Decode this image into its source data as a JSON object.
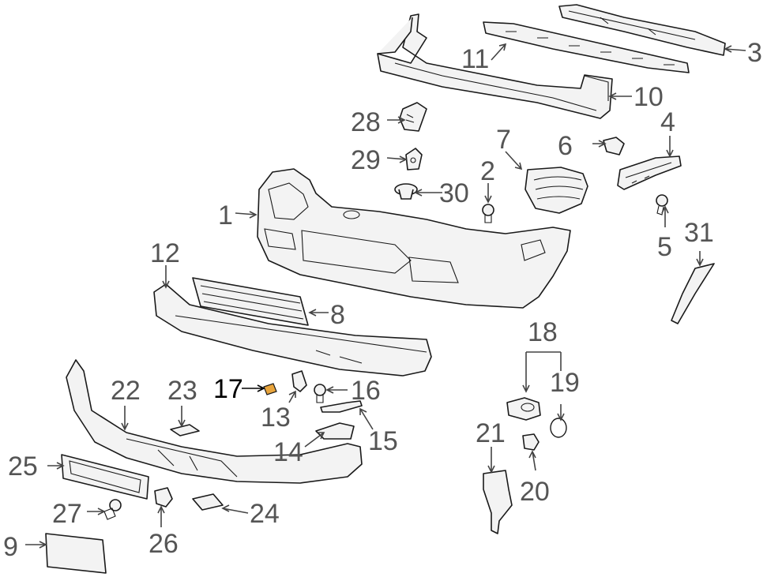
{
  "diagram": {
    "highlight_color": "#e8a43c",
    "label_color": "#555555",
    "highlight_label_color": "#000000",
    "callouts": [
      {
        "id": "c1",
        "text": "1",
        "part": "bumper-cover"
      },
      {
        "id": "c2",
        "text": "2",
        "part": "screw"
      },
      {
        "id": "c3",
        "text": "3",
        "part": "upper-trim-strip"
      },
      {
        "id": "c4",
        "text": "4",
        "part": "side-bracket"
      },
      {
        "id": "c5",
        "text": "5",
        "part": "screw"
      },
      {
        "id": "c6",
        "text": "6",
        "part": "small-bracket"
      },
      {
        "id": "c7",
        "text": "7",
        "part": "side-grille"
      },
      {
        "id": "c8",
        "text": "8",
        "part": "center-grille"
      },
      {
        "id": "c9",
        "text": "9",
        "part": "license-plate-base"
      },
      {
        "id": "c10",
        "text": "10",
        "part": "impact-bar"
      },
      {
        "id": "c11",
        "text": "11",
        "part": "upper-support"
      },
      {
        "id": "c12",
        "text": "12",
        "part": "lower-trim"
      },
      {
        "id": "c13",
        "text": "13",
        "part": "retainer"
      },
      {
        "id": "c14",
        "text": "14",
        "part": "lower-bracket"
      },
      {
        "id": "c15",
        "text": "15",
        "part": "upper-bracket"
      },
      {
        "id": "c16",
        "text": "16",
        "part": "screw"
      },
      {
        "id": "c17",
        "text": "17",
        "part": "pad",
        "highlight": true
      },
      {
        "id": "c18",
        "text": "18",
        "part": "park-sensor-group"
      },
      {
        "id": "c19",
        "text": "19",
        "part": "sensor-ring"
      },
      {
        "id": "c20",
        "text": "20",
        "part": "sensor"
      },
      {
        "id": "c21",
        "text": "21",
        "part": "sensor-bracket"
      },
      {
        "id": "c22",
        "text": "22",
        "part": "absorber"
      },
      {
        "id": "c23",
        "text": "23",
        "part": "clip"
      },
      {
        "id": "c24",
        "text": "24",
        "part": "lower-clip"
      },
      {
        "id": "c25",
        "text": "25",
        "part": "license-bracket"
      },
      {
        "id": "c26",
        "text": "26",
        "part": "nut"
      },
      {
        "id": "c27",
        "text": "27",
        "part": "bolt"
      },
      {
        "id": "c28",
        "text": "28",
        "part": "clip"
      },
      {
        "id": "c29",
        "text": "29",
        "part": "clip"
      },
      {
        "id": "c30",
        "text": "30",
        "part": "fastener"
      },
      {
        "id": "c31",
        "text": "31",
        "part": "side-molding"
      }
    ]
  }
}
